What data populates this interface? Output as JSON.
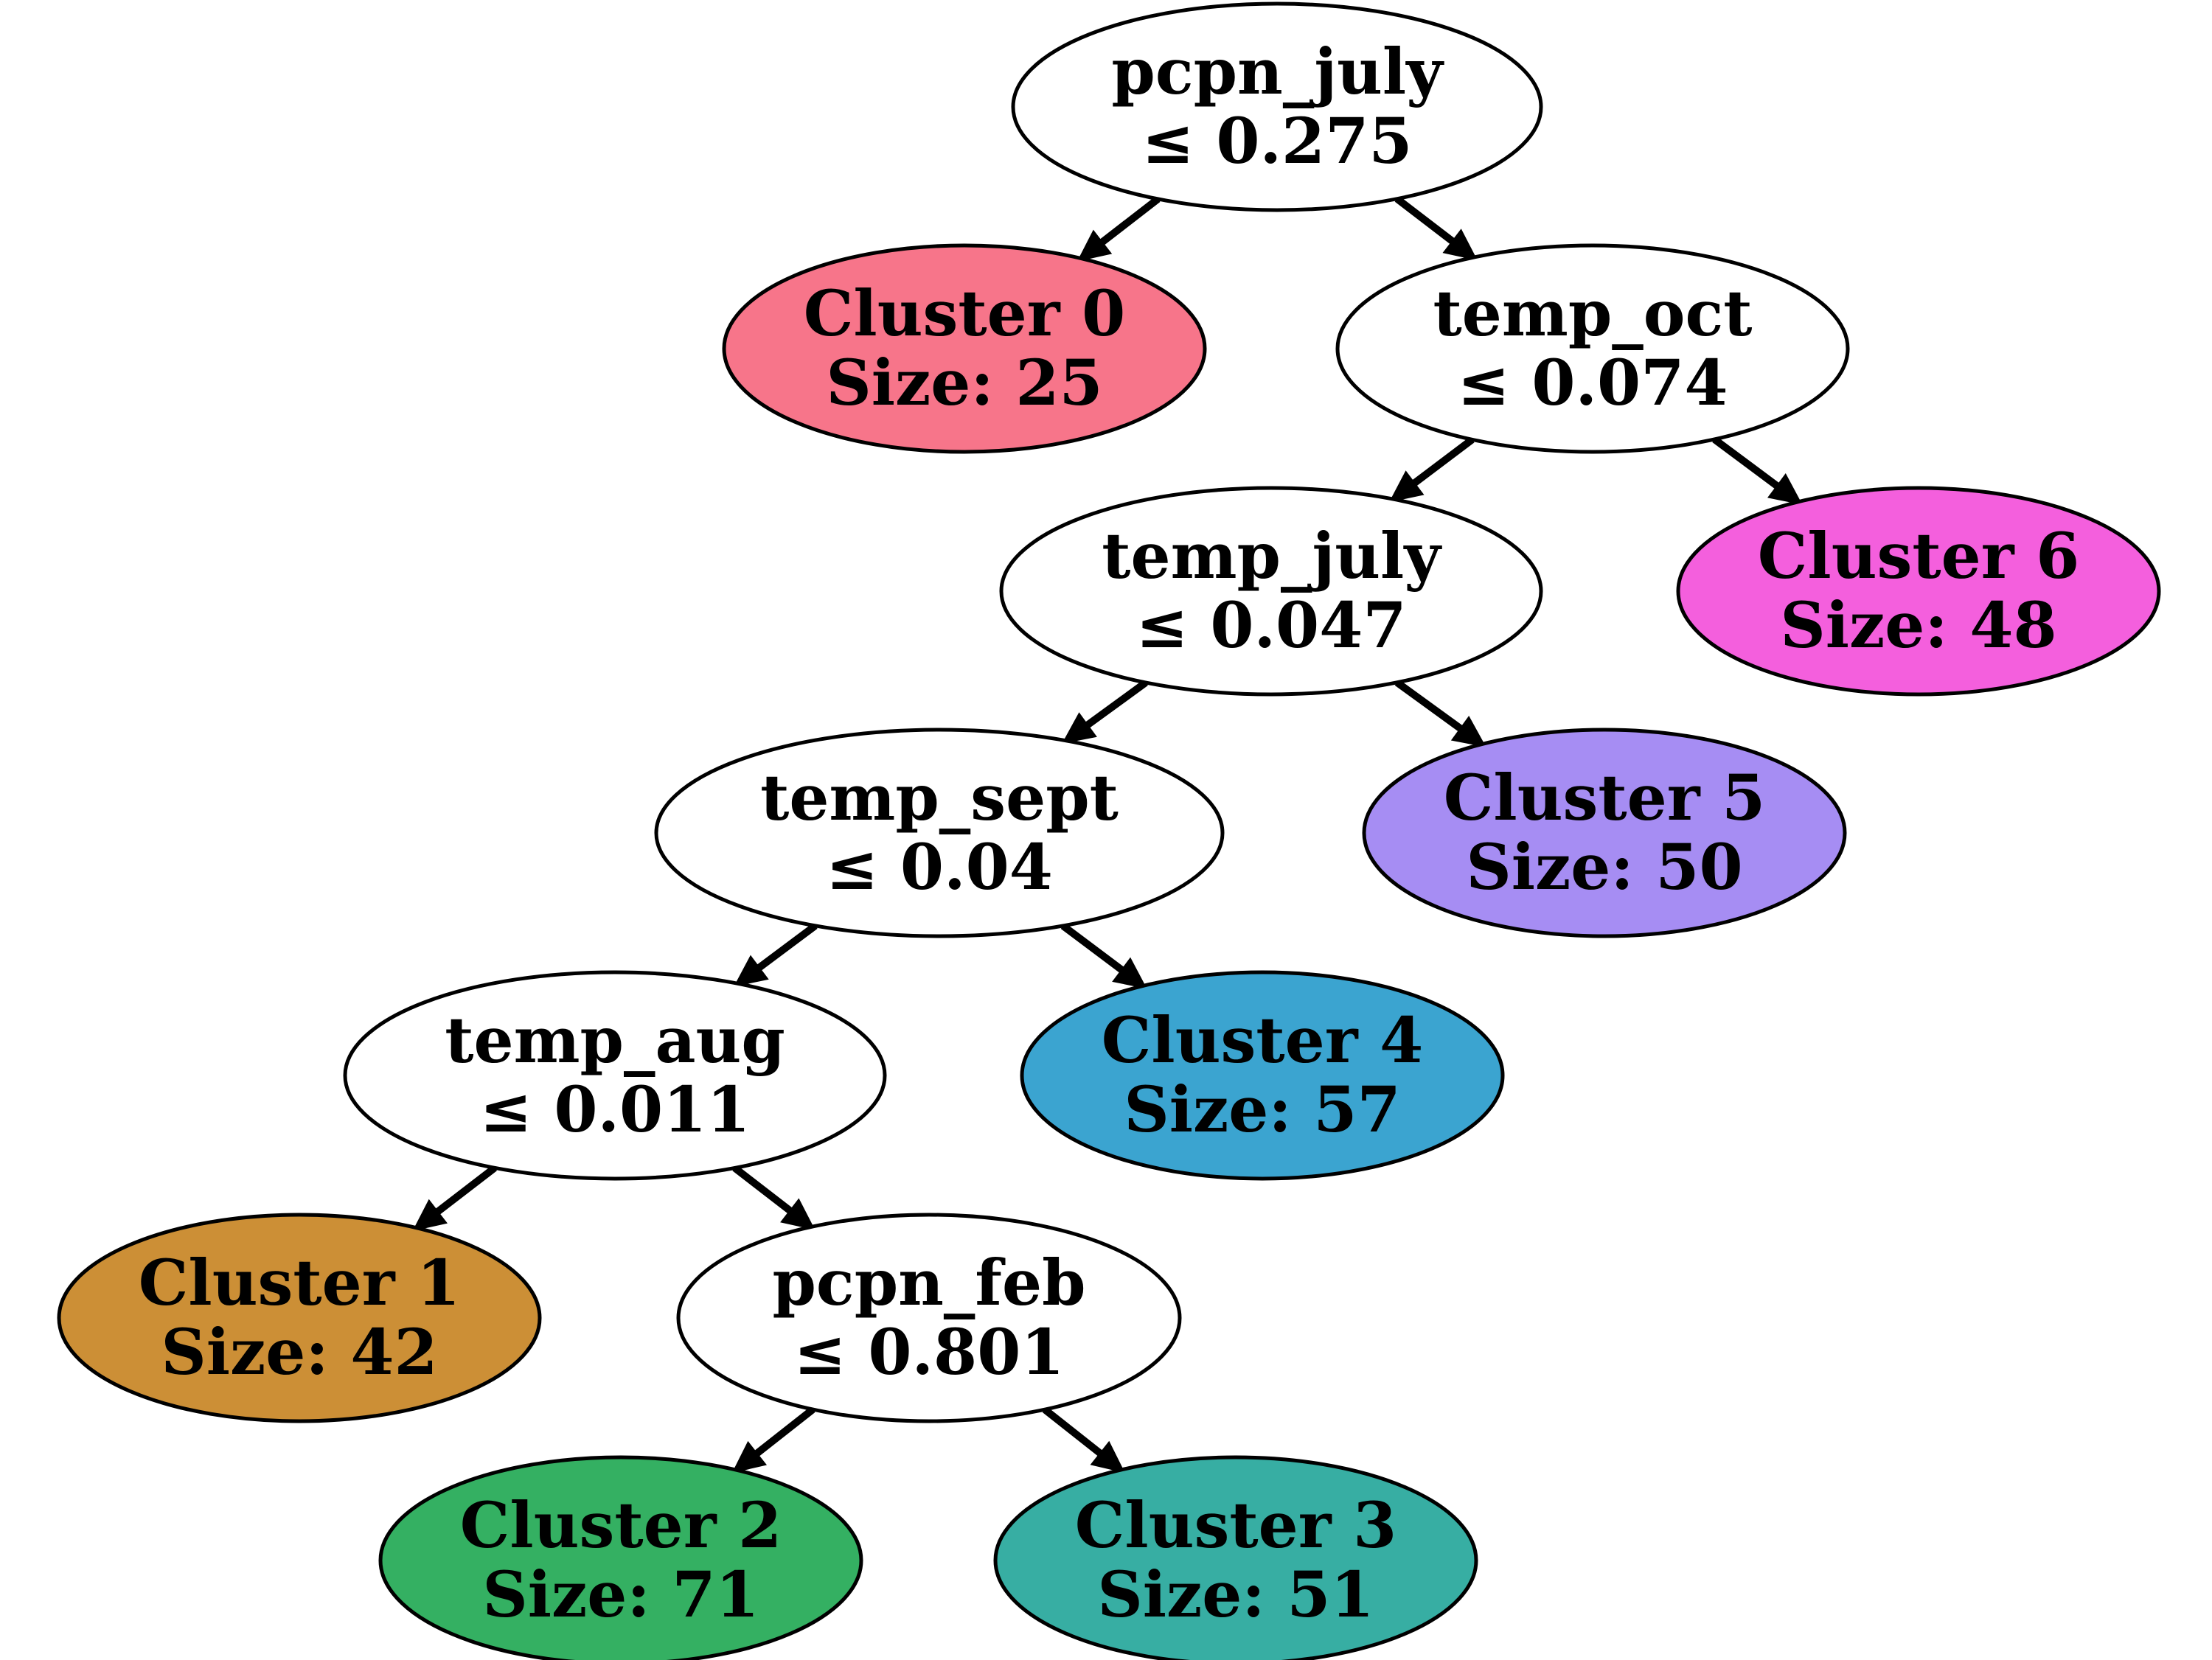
{
  "tree": {
    "nodes": [
      {
        "id": "split-pcpn-july",
        "line1": "pcpn_july",
        "line2": "≤ 0.275",
        "fill": "#ffffff"
      },
      {
        "id": "cluster-0",
        "line1": "Cluster 0",
        "line2": "Size: 25",
        "fill": "#f7758a"
      },
      {
        "id": "split-temp-oct",
        "line1": "temp_oct",
        "line2": "≤ 0.074",
        "fill": "#ffffff"
      },
      {
        "id": "split-temp-july",
        "line1": "temp_july",
        "line2": "≤ 0.047",
        "fill": "#ffffff"
      },
      {
        "id": "cluster-6",
        "line1": "Cluster 6",
        "line2": "Size: 48",
        "fill": "#f45fdd"
      },
      {
        "id": "split-temp-sept",
        "line1": "temp_sept",
        "line2": "≤ 0.04",
        "fill": "#ffffff"
      },
      {
        "id": "cluster-5",
        "line1": "Cluster 5",
        "line2": "Size: 50",
        "fill": "#a68df3"
      },
      {
        "id": "split-temp-aug",
        "line1": "temp_aug",
        "line2": "≤ 0.011",
        "fill": "#ffffff"
      },
      {
        "id": "cluster-4",
        "line1": "Cluster 4",
        "line2": "Size: 57",
        "fill": "#3ba4d0"
      },
      {
        "id": "cluster-1",
        "line1": "Cluster 1",
        "line2": "Size: 42",
        "fill": "#cc8f36"
      },
      {
        "id": "split-pcpn-feb",
        "line1": "pcpn_feb",
        "line2": "≤ 0.801",
        "fill": "#ffffff"
      },
      {
        "id": "cluster-2",
        "line1": "Cluster 2",
        "line2": "Size: 71",
        "fill": "#34b062"
      },
      {
        "id": "cluster-3",
        "line1": "Cluster 3",
        "line2": "Size: 51",
        "fill": "#37aea3"
      }
    ],
    "edges": [
      {
        "from": "split-pcpn-july",
        "to": "cluster-0"
      },
      {
        "from": "split-pcpn-july",
        "to": "split-temp-oct"
      },
      {
        "from": "split-temp-oct",
        "to": "split-temp-july"
      },
      {
        "from": "split-temp-oct",
        "to": "cluster-6"
      },
      {
        "from": "split-temp-july",
        "to": "split-temp-sept"
      },
      {
        "from": "split-temp-july",
        "to": "cluster-5"
      },
      {
        "from": "split-temp-sept",
        "to": "split-temp-aug"
      },
      {
        "from": "split-temp-sept",
        "to": "cluster-4"
      },
      {
        "from": "split-temp-aug",
        "to": "cluster-1"
      },
      {
        "from": "split-temp-aug",
        "to": "split-pcpn-feb"
      },
      {
        "from": "split-pcpn-feb",
        "to": "cluster-2"
      },
      {
        "from": "split-pcpn-feb",
        "to": "cluster-3"
      }
    ]
  }
}
